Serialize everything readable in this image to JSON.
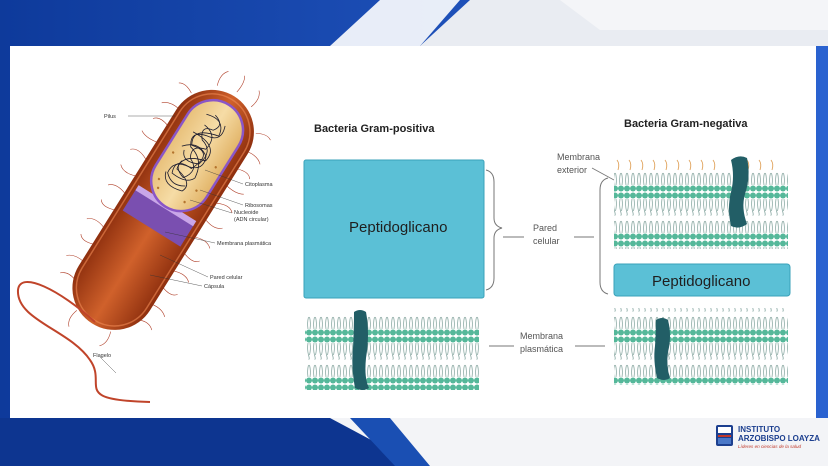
{
  "cell": {
    "labels": {
      "pilus": "Pilus",
      "cytoplasm": "Citoplasma",
      "ribosomes": "Ribosomas",
      "nucleoid_1": "Nucleoide",
      "nucleoid_2": "(ADN circular)",
      "plasma_membrane": "Membrana plasmática",
      "cell_wall": "Pared celular",
      "capsule": "Cápsula",
      "flagellum": "Flagelo"
    }
  },
  "gram": {
    "positive_title": "Bacteria Gram-positiva",
    "negative_title": "Bacteria Gram-negativa",
    "peptidoglycan_positive": "Peptidoglicano",
    "peptidoglycan_negative": "Peptidoglicano",
    "outer_membrane_1": "Membrana",
    "outer_membrane_2": "exterior",
    "cell_wall_1": "Pared",
    "cell_wall_2": "celular",
    "plasma_membrane_1": "Membrana",
    "plasma_membrane_2": "plasmática"
  },
  "logo": {
    "line1": "INSTITUTO",
    "line2": "ARZOBISPO LOAYZA",
    "tagline": "Líderes en ciencias de la salud"
  },
  "colors": {
    "frame_blue": "#1a4fb3",
    "membrane_head": "#55b89a",
    "peptidoglycan": "#5bc0d6",
    "protein": "#225e66",
    "cell_wall": "#b9461a"
  }
}
